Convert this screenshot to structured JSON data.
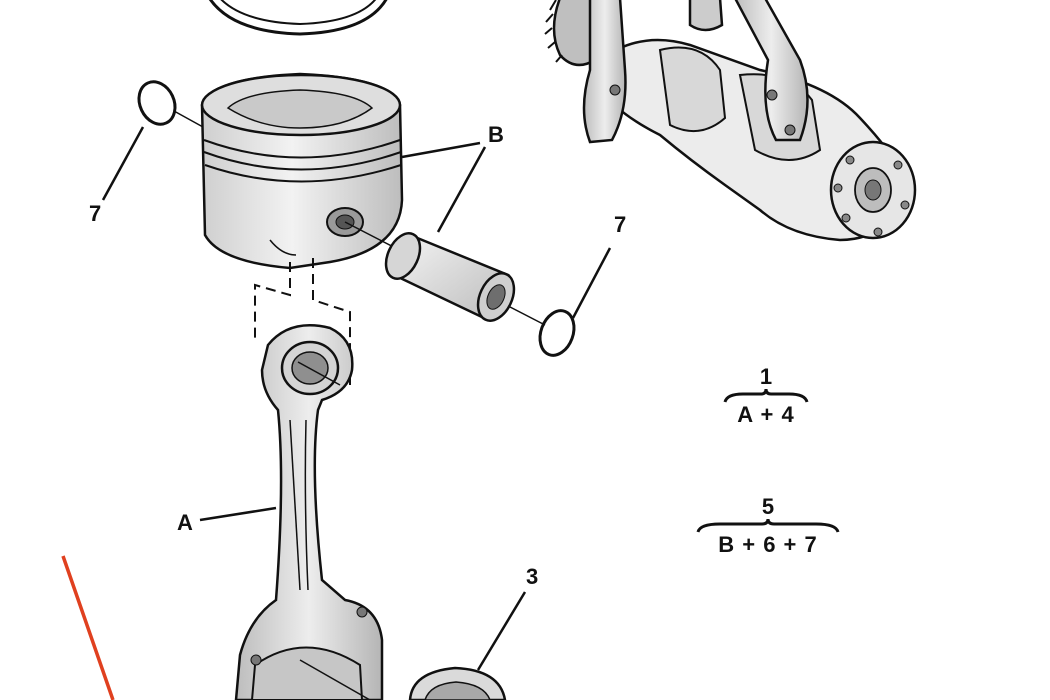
{
  "callouts": {
    "b": "B",
    "seven_left": "7",
    "seven_right": "7",
    "a": "A",
    "three": "3"
  },
  "formulas": [
    {
      "result": "1",
      "parts": "A + 4"
    },
    {
      "result": "5",
      "parts": "B + 6 + 7"
    }
  ],
  "colors": {
    "line": "#111111",
    "part_fill": "#e6e6e6",
    "part_shade": "#c7c7c7",
    "part_dark": "#8a8a8a",
    "accent": "#e0401f"
  }
}
